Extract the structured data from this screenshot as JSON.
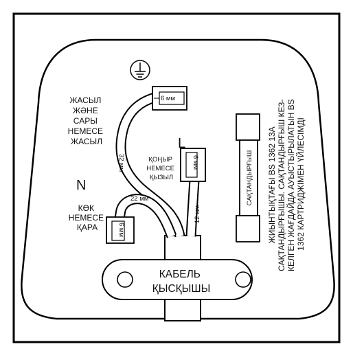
{
  "terminals": {
    "earth_symbol": "⏚",
    "live_letter": "L",
    "neutral_letter": "N"
  },
  "wires": {
    "earth_label": [
      "ЖАСЫЛ",
      "ЖӘНЕ",
      "САРЫ",
      "НЕМЕСЕ",
      "ЖАСЫЛ"
    ],
    "live_label": [
      "ҚОҢЫР",
      "НЕМЕСЕ",
      "ҚЫЗЫЛ"
    ],
    "neutral_label": [
      "КӨК",
      "НЕМЕСЕ",
      "ҚАРА"
    ]
  },
  "measurements": {
    "earth_strip": "6 мм",
    "earth_length": "32 мм",
    "live_strip": "6 мм",
    "live_length": "12 мм",
    "neutral_strip": "6 мм",
    "neutral_length": "22 мм"
  },
  "fuse": {
    "label": "САҚТАНДЫРҒЫШ",
    "note": [
      "ЖИЫНТЫҚТАҒЫ BS 1362 13A",
      "САҚТАНДЫРҒЫШЫ. САҚТАНДЫРҒЫШ КЕЗ-",
      "КЕЛГЕН ЖАҒДАЙДА АУЫСТЫРЫЛАТЫН BS",
      "1362 КАРТРИДЖІМЕН ҮЙЛЕСІМДІ"
    ]
  },
  "cable_clamp": {
    "label_line1": "КАБЕЛЬ",
    "label_line2": "ҚЫСҚЫШЫ"
  }
}
